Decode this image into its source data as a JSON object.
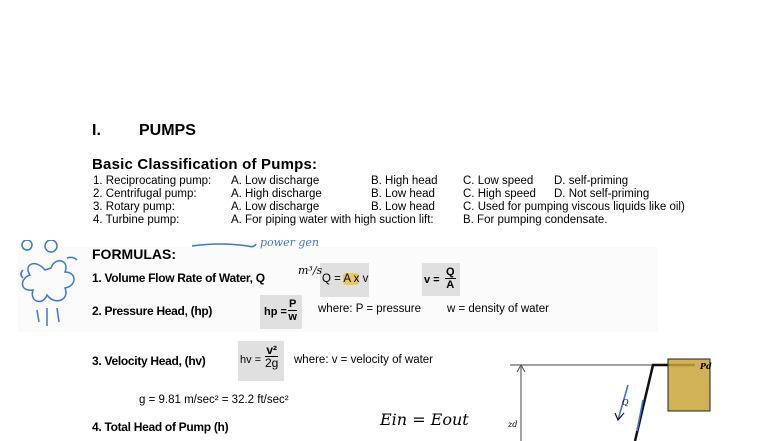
{
  "section": {
    "number": "I.",
    "title": "PUMPS"
  },
  "classification": {
    "heading": "Basic Classification of Pumps:",
    "rows": [
      {
        "name": "1.  Reciprocating pump:",
        "a": "A.  Low discharge",
        "b": "B.  High head",
        "c": "C.  Low speed",
        "d": "D.  self-priming"
      },
      {
        "name": "2.  Centrifugal pump:",
        "a": "A.  High discharge",
        "b": "B.  Low head",
        "c": "C.  High speed",
        "d": "D.  Not self-priming"
      },
      {
        "name": "3.  Rotary pump:",
        "a": "A.  Low discharge",
        "b": "B.  Low head",
        "c": "C.  Used for pumping viscous liquids like oil)",
        "d": ""
      },
      {
        "name": "4.  Turbine pump:",
        "a": "A.  For piping water with  high suction lift:",
        "b": "",
        "c": "B.  For pumping condensate.",
        "d": ""
      }
    ]
  },
  "formulas": {
    "heading": "FORMULAS:",
    "items": [
      {
        "label": "1. Volume Flow Rate of Water, Q",
        "formula": "Q = A x v",
        "formula_q": "Q = ",
        "formula_hl": "A x",
        "formula_tail": "v",
        "alt_lhs": "v =",
        "alt_num": "Q",
        "alt_den": "A"
      },
      {
        "label": "2. Pressure Head, (hp)",
        "lhs": "hp =",
        "num": "P",
        "den": "w",
        "where": "where: P = pressure",
        "where2": "w = density of water"
      },
      {
        "label": "3. Velocity Head, (hv)",
        "lhs": "hv =",
        "num": "v²",
        "den": "2g",
        "where": "where:  v = velocity of water"
      },
      {
        "label": "4. Total Head of Pump (h)"
      }
    ],
    "gravity": "g = 9.81 m/sec² =  32.2 ft/sec²"
  },
  "annotations": {
    "units": "m³/s",
    "arrow_note": "power gen",
    "energy": "Ein = Eout",
    "diagram_label_z": "zd",
    "diagram_label_p": "Pd",
    "diagram_label_q": "Q"
  },
  "colors": {
    "ink_blue": "#3a78d8",
    "highlight": "#e8c860",
    "tank_fill": "#c9a63a",
    "formula_box": "#e0e0e0"
  }
}
